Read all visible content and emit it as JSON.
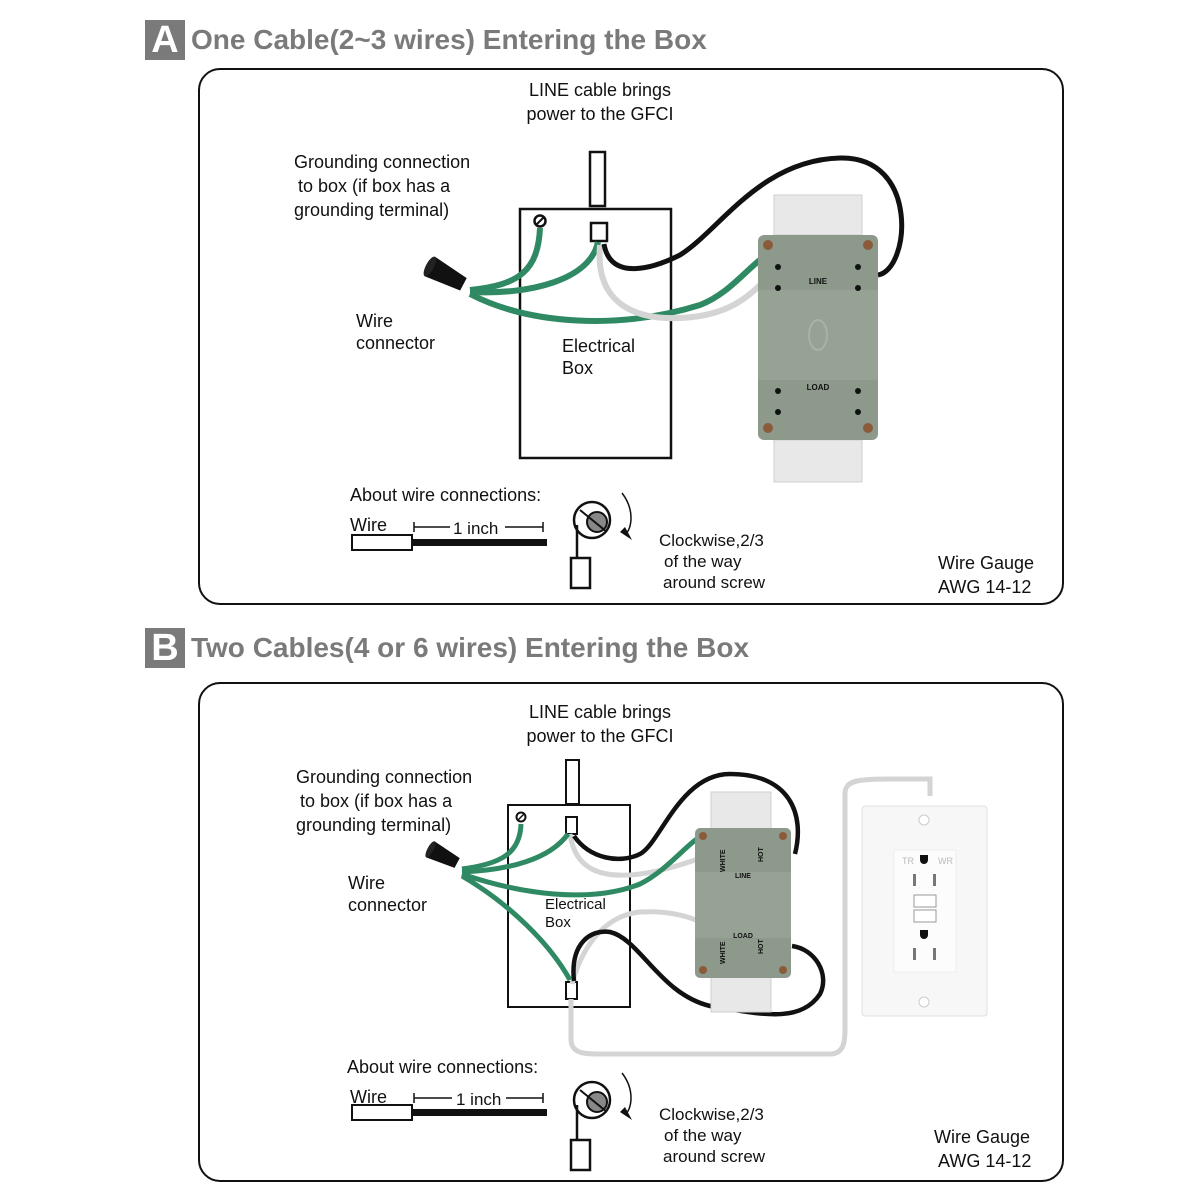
{
  "sections": [
    {
      "badge": "A",
      "title": "One Cable(2~3 wires) Entering the Box",
      "line_label": [
        "LINE cable brings",
        "power to the GFCI"
      ],
      "ground_label": [
        "Grounding connection",
        "to box (if box has a",
        "grounding terminal)"
      ],
      "connector_label": [
        "Wire",
        "connector"
      ],
      "box_label": [
        "Electrical",
        "Box"
      ],
      "gfci_labels": {
        "line": "LINE",
        "load": "LOAD"
      },
      "about": "About wire connections:",
      "wire_label": "Wire",
      "strip_length": "1 inch",
      "screw_note": [
        "Clockwise,2/3",
        "of the way",
        "around screw"
      ],
      "gauge": [
        "Wire Gauge",
        "AWG 14-12"
      ]
    },
    {
      "badge": "B",
      "title": "Two Cables(4 or 6 wires) Entering the Box",
      "line_label": [
        "LINE cable brings",
        "power to the GFCI"
      ],
      "ground_label": [
        "Grounding connection",
        "to box (if box has a",
        "grounding terminal)"
      ],
      "connector_label": [
        "Wire",
        "connector"
      ],
      "box_label": [
        "Electrical",
        "Box"
      ],
      "gfci_labels": {
        "line": "LINE",
        "load": "LOAD",
        "white": "WHITE",
        "hot": "HOT"
      },
      "front_labels": {
        "tr": "TR",
        "wr": "WR"
      },
      "about": "About wire connections:",
      "wire_label": "Wire",
      "strip_length": "1 inch",
      "screw_note": [
        "Clockwise,2/3",
        "of the way",
        "around screw"
      ],
      "gauge": [
        "Wire Gauge",
        "AWG 14-12"
      ]
    }
  ],
  "colors": {
    "ground_wire": "#2f8a64",
    "hot_wire": "#111111",
    "neutral_wire": "#d4d4d4",
    "gfci_body": "#8d9a8b",
    "title_gray": "#7a7a7a"
  }
}
